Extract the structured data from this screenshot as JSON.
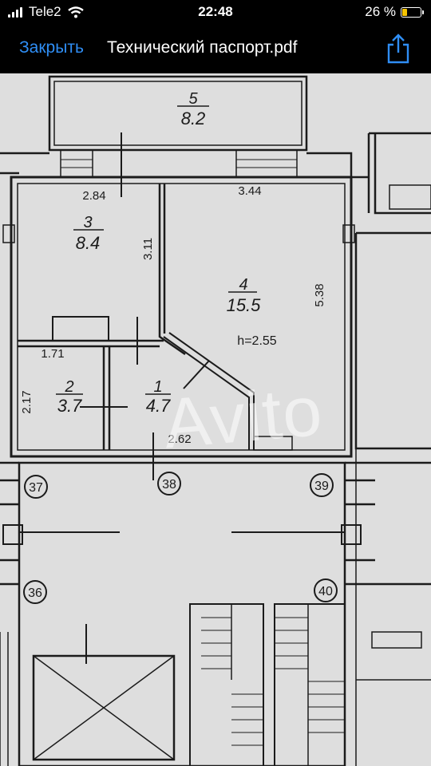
{
  "status_bar": {
    "carrier": "Tele2",
    "time": "22:48",
    "battery_percent": "26 %",
    "battery_level": 0.26
  },
  "nav": {
    "close_label": "Закрыть",
    "title": "Технический паспорт.pdf",
    "share_icon": "share-icon"
  },
  "colors": {
    "accent": "#2f8ef5",
    "battery": "#f5c400"
  },
  "plan": {
    "rooms": [
      {
        "number": "5",
        "area": "8.2"
      },
      {
        "number": "3",
        "area": "8.4"
      },
      {
        "number": "4",
        "area": "15.5"
      },
      {
        "number": "2",
        "area": "3.7"
      },
      {
        "number": "1",
        "area": "4.7"
      }
    ],
    "dimensions": [
      "2.84",
      "3.44",
      "3.11",
      "5.38",
      "1.71",
      "2.17",
      "2.62"
    ],
    "height": "h=2.55",
    "axes": [
      "37",
      "38",
      "39",
      "36",
      "40"
    ]
  },
  "watermark": "Avito"
}
